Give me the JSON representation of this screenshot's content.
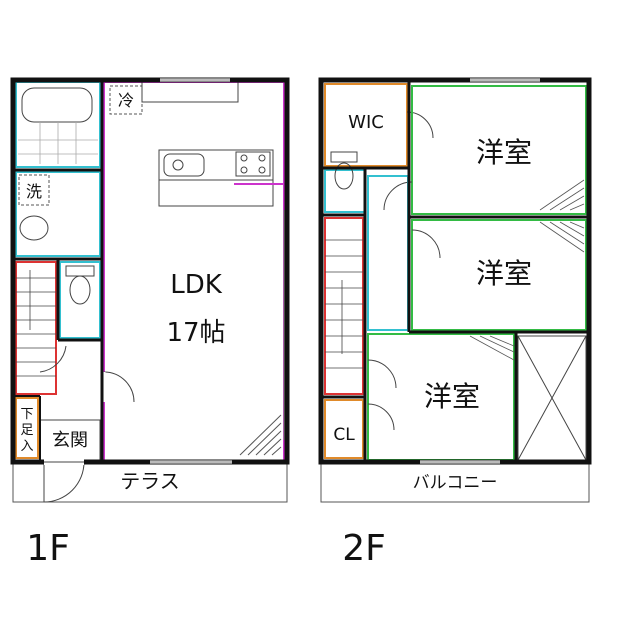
{
  "floor1": {
    "label": "1F",
    "ldk": {
      "name": "LDK",
      "size": "17帖"
    },
    "wash": "洗",
    "fridge": "冷",
    "entrance": "玄関",
    "shoe_box": "下足入",
    "terrace": "テラス"
  },
  "floor2": {
    "label": "2F",
    "wic": "WIC",
    "room_top": "洋室",
    "room_mid": "洋室",
    "room_bottom": "洋室",
    "closet": "CL",
    "balcony": "バルコニー"
  },
  "colors": {
    "wall": "#111111",
    "ldk_outline": "#cc33cc",
    "wet_outline": "#33c0d0",
    "stair_outline": "#dd3333",
    "storage_outline": "#e08a2a",
    "bedroom_outline": "#33bb44"
  }
}
